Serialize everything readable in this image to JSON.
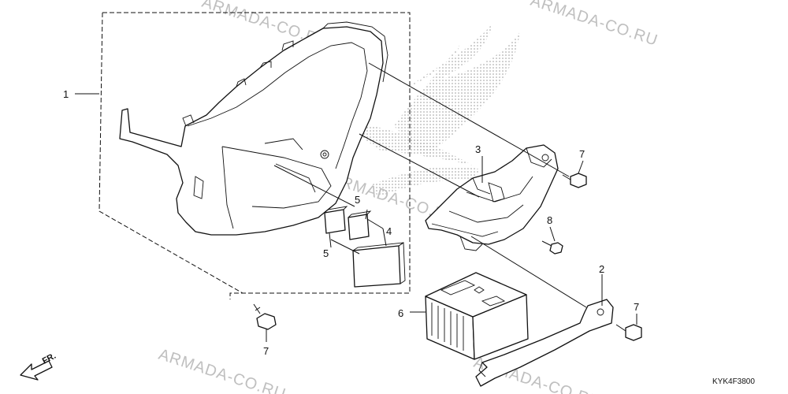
{
  "watermark_text": "ARMADA-CO.RU",
  "diagram_code": "KYK4F3800",
  "direction_label": "FR.",
  "callouts": {
    "c1": "1",
    "c2": "2",
    "c3": "3",
    "c4": "4",
    "c5a": "5",
    "c5b": "5",
    "c6": "6",
    "c7a": "7",
    "c7b": "7",
    "c7c": "7",
    "c8": "8"
  },
  "colors": {
    "line": "#111111",
    "watermark": "#bfbfbf",
    "logo_dots": "#9a9a9a"
  }
}
